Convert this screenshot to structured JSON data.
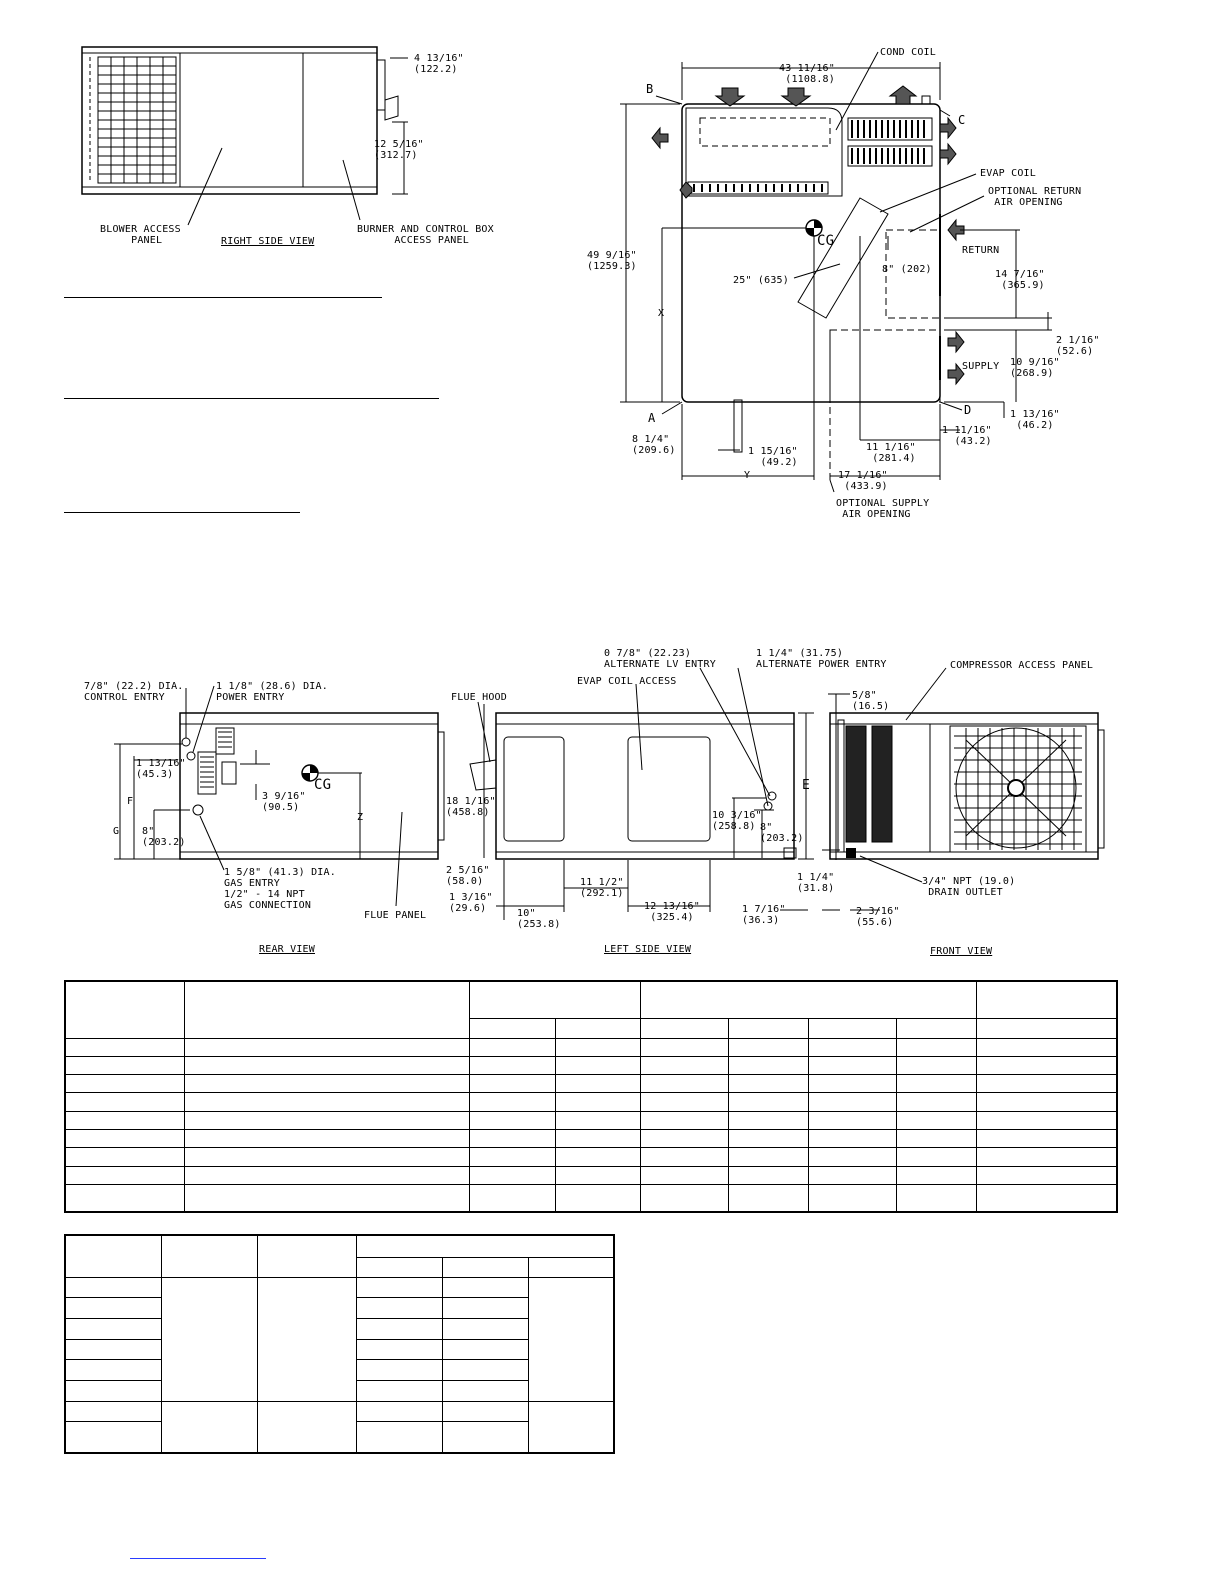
{
  "right_side_view": {
    "title": "RIGHT SIDE VIEW",
    "blower_panel": "BLOWER ACCESS\n     PANEL",
    "burner_panel": "BURNER AND CONTROL BOX\n      ACCESS PANEL",
    "dim_top": "4 13/16\"\n(122.2)",
    "dim_height": "12 5/16\"\n(312.7)"
  },
  "top_view": {
    "width_dim": "43 11/16\"\n (1108.8)",
    "cond_coil": "COND COIL",
    "corner_b": "B",
    "corner_c": "C",
    "corner_a": "A",
    "corner_d": "D",
    "evap_coil": "EVAP COIL",
    "opt_return": "OPTIONAL RETURN\n AIR OPENING",
    "return": "RETURN",
    "supply": "SUPPLY",
    "cg": "CG",
    "height_dim": "49 9/16\"\n(1259.3)",
    "x_label": "X",
    "y_label": "Y",
    "diag_dim": "25\" (635)",
    "dim_8": "8\" (202)",
    "dim_14": "14 7/16\"\n (365.9)",
    "dim_2": "2 1/16\"\n(52.6)",
    "dim_10": "10 9/16\"\n(268.9)",
    "dim_1_13": "1 13/16\"\n (46.2)",
    "dim_1_11": "1 11/16\"\n  (43.2)",
    "dim_11": "11 1/16\"\n (281.4)",
    "dim_17": "17 1/16\"\n (433.9)",
    "dim_8_14": "8 1/4\"\n(209.6)",
    "dim_1_15": "1 15/16\"\n  (49.2)",
    "opt_supply": "OPTIONAL SUPPLY\n AIR OPENING"
  },
  "rear_view": {
    "title": "REAR VIEW",
    "control_entry": "7/8\" (22.2) DIA.\nCONTROL ENTRY",
    "power_entry": "1 1/8\" (28.6) DIA.\nPOWER ENTRY",
    "dim_1_13": "1 13/16\"\n(45.3)",
    "dim_3_9": "3 9/16\"\n(90.5)",
    "dim_8": "8\"\n(203.2)",
    "f": "F",
    "g": "G",
    "z": "Z",
    "cg": "CG",
    "gas_entry": "1 5/8\" (41.3) DIA.\nGAS ENTRY\n1/2\" - 14 NPT\nGAS CONNECTION",
    "flue_panel": "FLUE PANEL"
  },
  "left_side_view": {
    "title": "LEFT SIDE VIEW",
    "flue_hood": "FLUE HOOD",
    "evap_access": "EVAP COIL ACCESS",
    "lv_entry": "0 7/8\" (22.23)\nALTERNATE LV ENTRY",
    "power_entry": "1 1/4\" (31.75)\nALTERNATE POWER ENTRY",
    "dim_18": "18 1/16\"\n(458.8)",
    "dim_10_3": "10 3/16\"\n(258.8)",
    "dim_8": "8\"\n(203.2)",
    "dim_2_5": "2 5/16\"\n(58.0)",
    "dim_1_3": "1 3/16\"\n(29.6)",
    "dim_10": "10\"\n(253.8)",
    "dim_11": "11 1/2\"\n(292.1)",
    "dim_12": "12 13/16\"\n (325.4)",
    "dim_1_7": "1 7/16\"\n(36.3)",
    "e": "E"
  },
  "front_view": {
    "title": "FRONT VIEW",
    "compressor_panel": "COMPRESSOR ACCESS PANEL",
    "dim_5_8": "5/8\"\n(16.5)",
    "dim_1_14": "1 1/4\"\n(31.8)",
    "dim_2_3": "2 3/16\"\n(55.6)",
    "drain": "3/4\" NPT (19.0)\n DRAIN OUTLET"
  }
}
